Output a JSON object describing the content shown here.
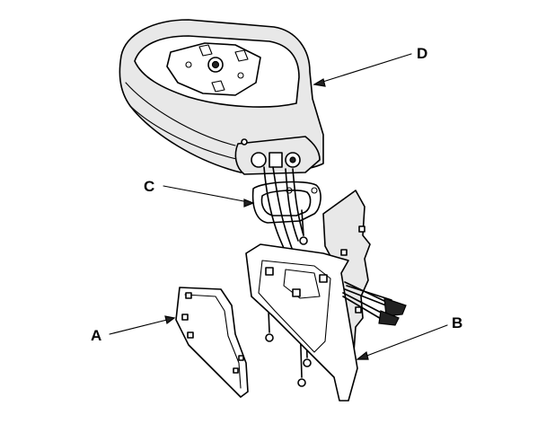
{
  "callouts": {
    "a": "A",
    "b": "B",
    "c": "C",
    "d": "D"
  },
  "colors": {
    "line": "#000000",
    "background": "#ffffff",
    "shade": "#e8e8e8"
  }
}
